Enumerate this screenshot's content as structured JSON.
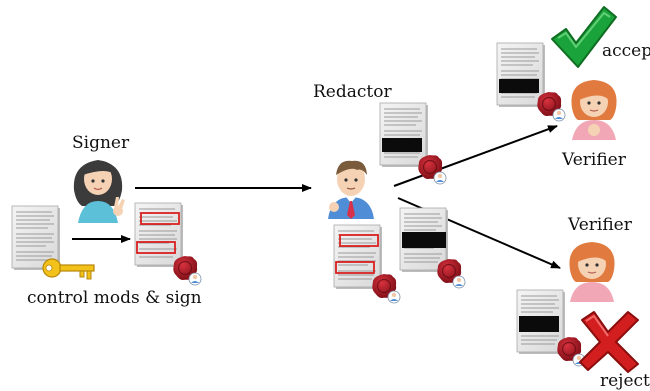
{
  "labels": {
    "signer": "Signer",
    "control_mods": "control mods & sign",
    "redactor": "Redactor",
    "verifier_top": "Verifier",
    "verifier_bottom": "Verifier",
    "accept": "accept",
    "reject": "reject"
  },
  "colors": {
    "arrow": "#000000",
    "redaction_box": "#d92020",
    "blackout": "#0b0b0b",
    "seal": "#a8141e",
    "key": "#f2c21a",
    "accept_check": "#1aa33a",
    "reject_cross": "#d21e1e",
    "skin": "#f6d2b4",
    "verifier_hair": "#e07a3e",
    "signer_hair": "#3b3b3b",
    "redactor_shirt": "#4f8ed6"
  },
  "icons": {
    "document": "document-icon",
    "seal": "seal-icon",
    "key": "key-icon",
    "person": "person-icon",
    "check": "check-icon",
    "cross": "cross-icon"
  }
}
